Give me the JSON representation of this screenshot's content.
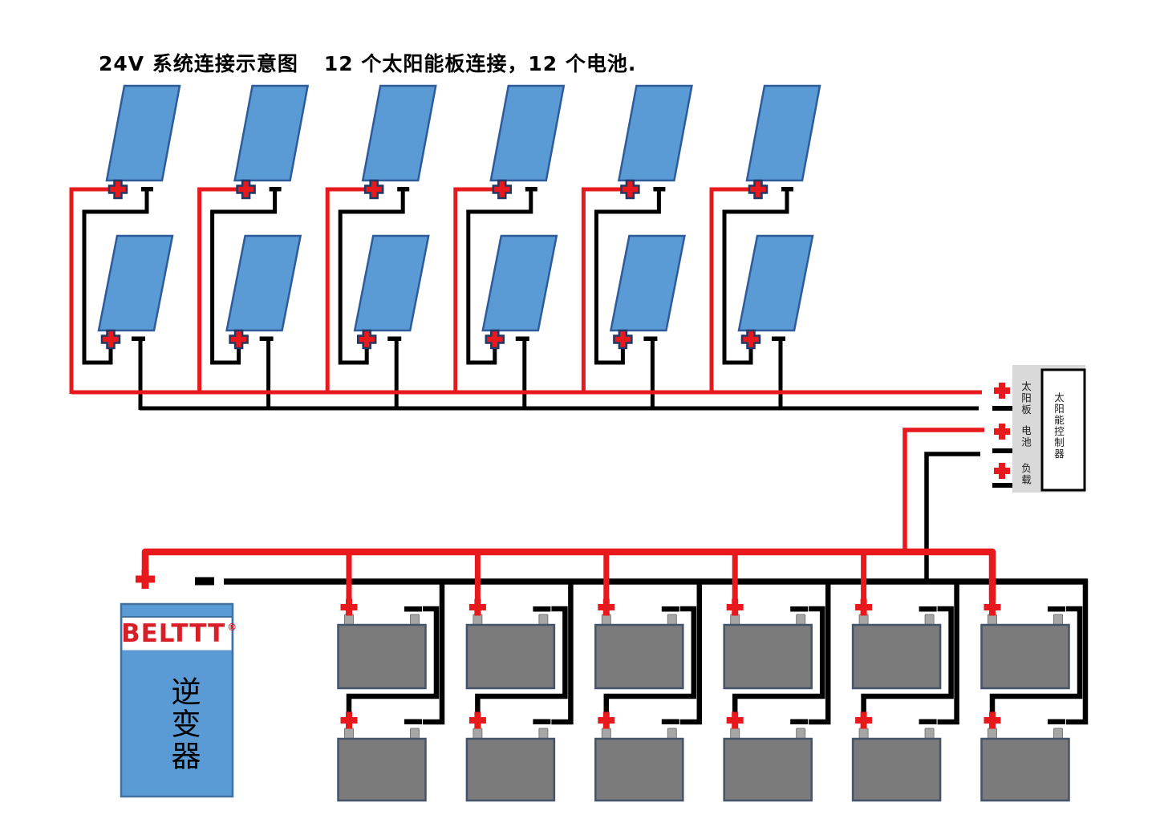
{
  "title": {
    "system": "24V 系统连接示意图",
    "description": "12 个太阳能板连接，12 个电池."
  },
  "system_overview": {
    "voltage": "24V",
    "solar_panels_total": 12,
    "batteries_total": 12,
    "solar_strings": 6,
    "panels_per_string": 2,
    "battery_strings": 6,
    "batteries_per_string": 2
  },
  "controller": {
    "name": "太阳能控制器",
    "terminals": [
      {
        "label": "太阳板"
      },
      {
        "label": "电池"
      },
      {
        "label": "负载"
      }
    ]
  },
  "inverter": {
    "brand": "BELTTT",
    "registered": "®",
    "name": "逆变器"
  },
  "colors": {
    "wire_positive": "#e8191c",
    "wire_negative": "#000000",
    "panel_fill": "#5b9bd5",
    "panel_border": "#2e5b9a",
    "cross_outline": "#203864",
    "battery_fill": "#7b7b7b",
    "battery_border": "#44546a",
    "terminal_tab_fill": "#a6a6a6",
    "terminal_tab_border": "#787878",
    "controller_panel": "#d9d9d9",
    "controller_box_fill": "#ffffff",
    "controller_box_border": "#000000",
    "inverter_fill": "#5b9bd5",
    "inverter_border": "#41719c",
    "brand_red": "#d81e26",
    "title_color": "#000000"
  }
}
